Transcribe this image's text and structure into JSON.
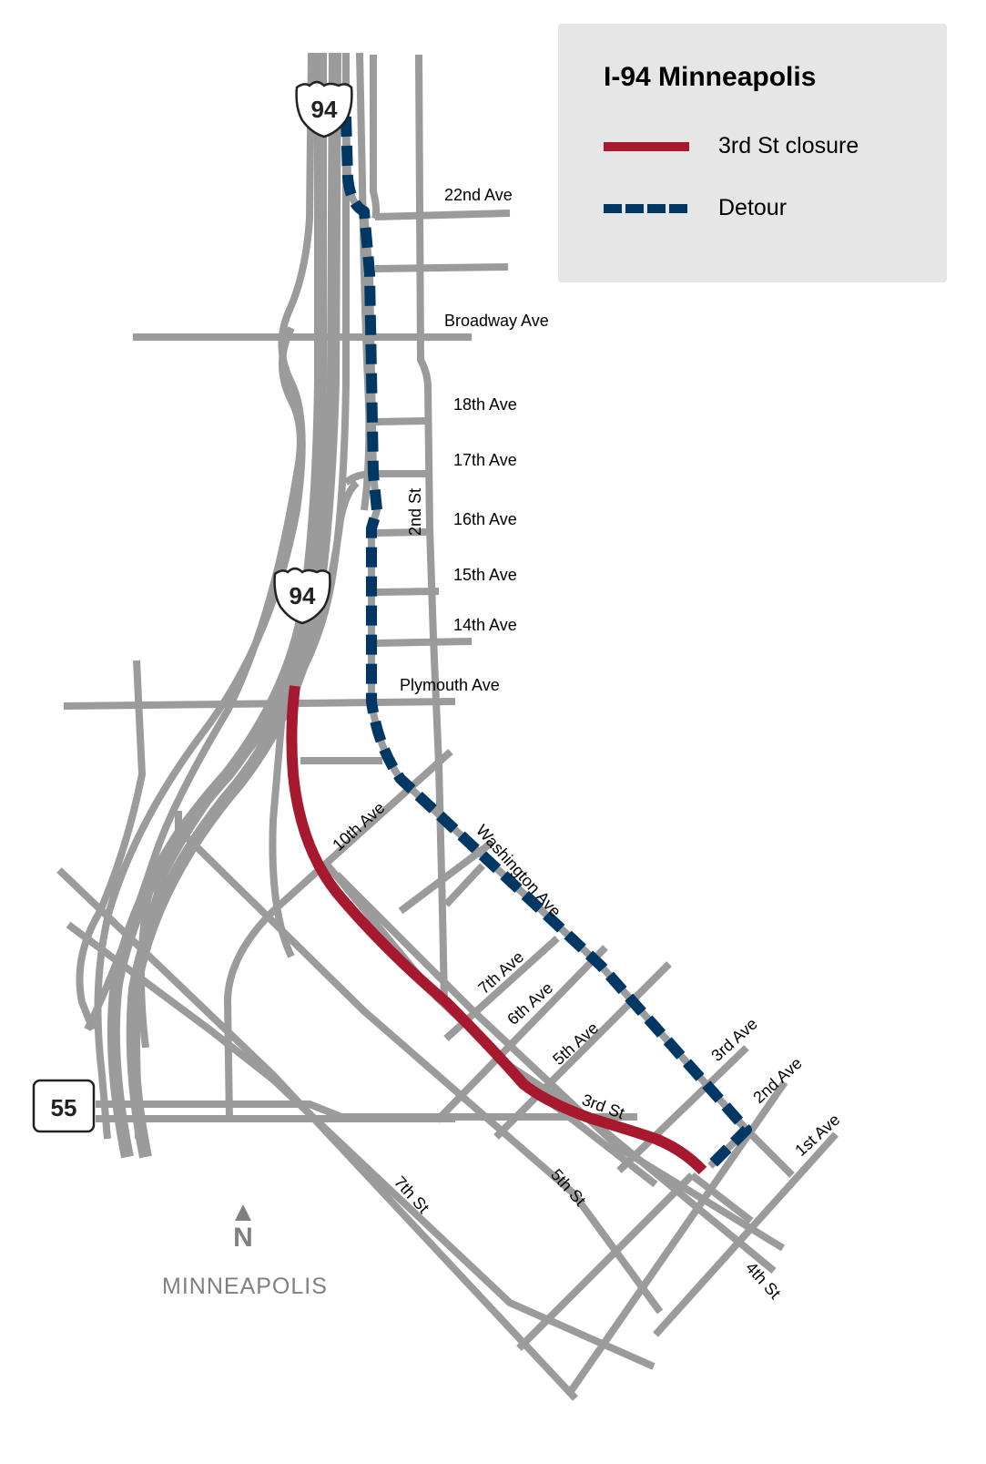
{
  "legend": {
    "title": "I-94 Minneapolis",
    "items": [
      {
        "label": "3rd St closure",
        "style": "solid",
        "color": "#a6192e"
      },
      {
        "label": "Detour",
        "style": "dashed",
        "color": "#003865"
      }
    ]
  },
  "shields": {
    "interstate_top": "94",
    "interstate_mid": "94",
    "state_route": "55"
  },
  "streets": {
    "ave_22nd": "22nd Ave",
    "broadway": "Broadway Ave",
    "ave_18th": "18th Ave",
    "ave_17th": "17th Ave",
    "st_2nd": "2nd St",
    "ave_16th": "16th Ave",
    "ave_15th": "15th Ave",
    "ave_14th": "14th Ave",
    "plymouth": "Plymouth Ave",
    "ave_10th": "10th Ave",
    "washington": "Washington Ave",
    "ave_7th": "7th Ave",
    "ave_6th": "6th Ave",
    "ave_5th": "5th Ave",
    "ave_3rd": "3rd Ave",
    "ave_2nd": "2nd Ave",
    "ave_1st": "1st Ave",
    "st_3rd": "3rd St",
    "st_7th": "7th St",
    "st_5th": "5th St",
    "st_4th": "4th St"
  },
  "compass": {
    "label": "N"
  },
  "city_label": "MINNEAPOLIS",
  "colors": {
    "road": "#9b9b9b",
    "closure": "#a6192e",
    "detour": "#003865",
    "legend_bg": "#e6e6e6"
  }
}
